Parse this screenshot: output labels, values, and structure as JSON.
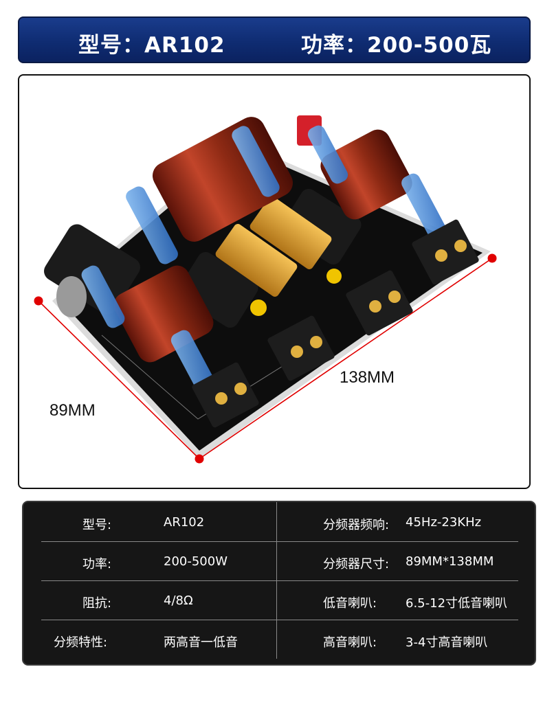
{
  "banner": {
    "model": "型号：AR102",
    "power": "功率：200-500瓦"
  },
  "dimensions": {
    "length": "138MM",
    "width": "89MM"
  },
  "specs": [
    {
      "left_label": "型号:",
      "left_value": "AR102",
      "right_label": "分频器频响:",
      "right_value": "45Hz-23KHz"
    },
    {
      "left_label": "功率:",
      "left_value": "200-500W",
      "right_label": "分频器尺寸:",
      "right_value": "89MM*138MM"
    },
    {
      "left_label": "阻抗:",
      "left_value": "4/8Ω",
      "right_label": "低音喇叭:",
      "right_value": "6.5-12寸低音喇叭"
    },
    {
      "left_label": "分频特性:",
      "left_value": "两高音一低音",
      "right_label": "高音喇叭:",
      "right_value": "3-4寸高音喇叭"
    }
  ],
  "colors": {
    "banner": "#0f2c72",
    "table_bg": "#161616",
    "dimension_line": "#e00000"
  }
}
